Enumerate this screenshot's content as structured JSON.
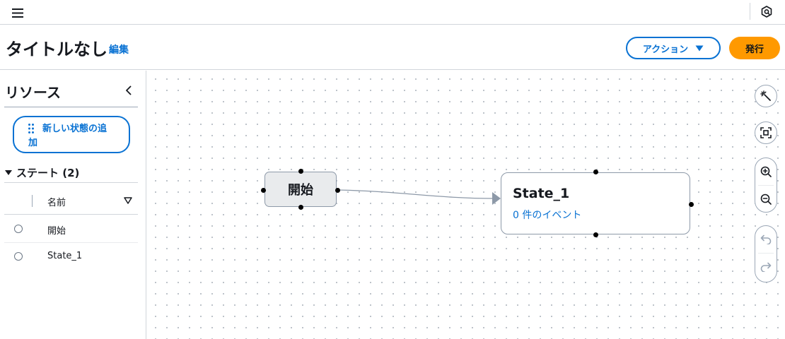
{
  "topbar": {
    "menu_icon": "hamburger-menu-icon",
    "settings_icon": "hexagon-settings-icon"
  },
  "header": {
    "title": "タイトルなし",
    "edit_label": "編集",
    "action_label": "アクション",
    "publish_label": "発行"
  },
  "sidebar": {
    "title": "リソース",
    "add_state_line1": "新しい状態の追",
    "add_state_line2": "加",
    "group_label": "ステート (2)",
    "column_header": "名前",
    "rows": [
      {
        "label": "開始"
      },
      {
        "label": "State_1"
      }
    ]
  },
  "canvas": {
    "start_node": {
      "label": "開始"
    },
    "state_node": {
      "title": "State_1",
      "events": "0 件のイベント"
    }
  },
  "tools": {
    "magic_icon": "magic-wand-icon",
    "fit_icon": "fit-to-screen-icon",
    "zoom_in_icon": "zoom-in-icon",
    "zoom_out_icon": "zoom-out-icon",
    "undo_icon": "undo-icon",
    "redo_icon": "redo-icon"
  },
  "colors": {
    "accent": "#0972d3",
    "publish": "#ff9900",
    "border": "#9ba7b6",
    "start_node_bg": "#e9ebed"
  }
}
